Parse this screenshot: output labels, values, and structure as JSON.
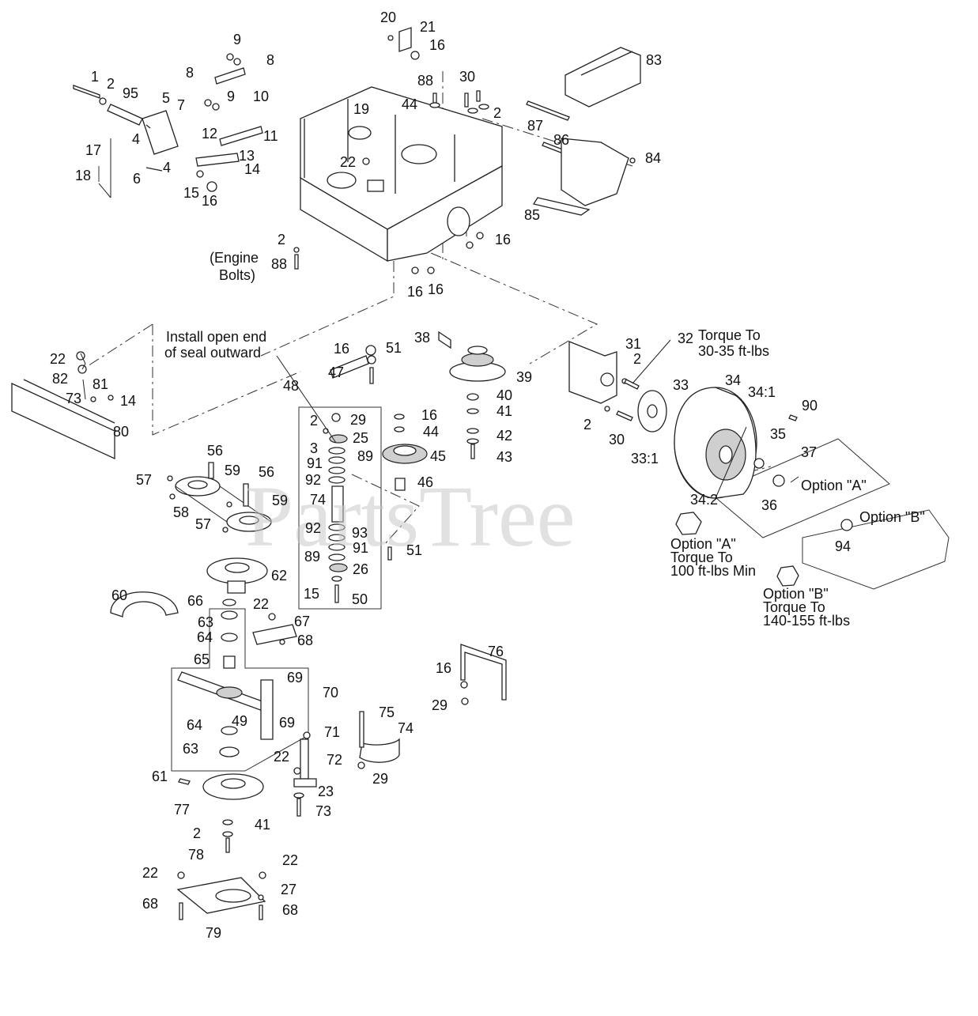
{
  "watermark": "PartsTree",
  "notes": {
    "engine_bolts_line1": "(Engine",
    "engine_bolts_line2": "Bolts)",
    "seal_line1": "Install open end",
    "seal_line2": "of seal outward",
    "torque32_line1": "Torque To",
    "torque32_line2": "30-35 ft-lbs",
    "option_a_label": "Option \"A\"",
    "option_b_label": "Option \"B\"",
    "option_a_line1": "Option \"A\"",
    "option_a_line2": "Torque To",
    "option_a_line3": "100 ft-lbs Min",
    "option_b_line1": "Option \"B\"",
    "option_b_line2": "Torque To",
    "option_b_line3": "140-155 ft-lbs"
  },
  "callouts": [
    "1",
    "2",
    "95",
    "9",
    "8",
    "10",
    "8",
    "9",
    "7",
    "5",
    "4",
    "17",
    "18",
    "6",
    "12",
    "11",
    "13",
    "4",
    "14",
    "15",
    "16",
    "20",
    "21",
    "16",
    "88",
    "44",
    "30",
    "2",
    "19",
    "22",
    "83",
    "87",
    "86",
    "84",
    "85",
    "2",
    "88",
    "16",
    "16",
    "16",
    "22",
    "82",
    "81",
    "73",
    "14",
    "80",
    "16",
    "47",
    "51",
    "38",
    "39",
    "31",
    "32",
    "2",
    "34",
    "34:1",
    "33",
    "90",
    "48",
    "2",
    "29",
    "3",
    "25",
    "91",
    "89",
    "92",
    "16",
    "44",
    "45",
    "40",
    "41",
    "42",
    "43",
    "2",
    "30",
    "35",
    "33:1",
    "37",
    "36",
    "34:2",
    "46",
    "56",
    "59",
    "57",
    "58",
    "56",
    "59",
    "57",
    "74",
    "92",
    "93",
    "91",
    "89",
    "26",
    "15",
    "50",
    "51",
    "94",
    "62",
    "60",
    "66",
    "22",
    "67",
    "63",
    "64",
    "68",
    "65",
    "69",
    "70",
    "49",
    "69",
    "64",
    "63",
    "71",
    "72",
    "75",
    "74",
    "76",
    "16",
    "29",
    "22",
    "29",
    "61",
    "77",
    "23",
    "73",
    "2",
    "41",
    "78",
    "22",
    "22",
    "27",
    "68",
    "68",
    "79"
  ],
  "colors": {
    "line": "#222222",
    "shade": "#cfcfcf",
    "watermark": "#c9c9c9"
  }
}
